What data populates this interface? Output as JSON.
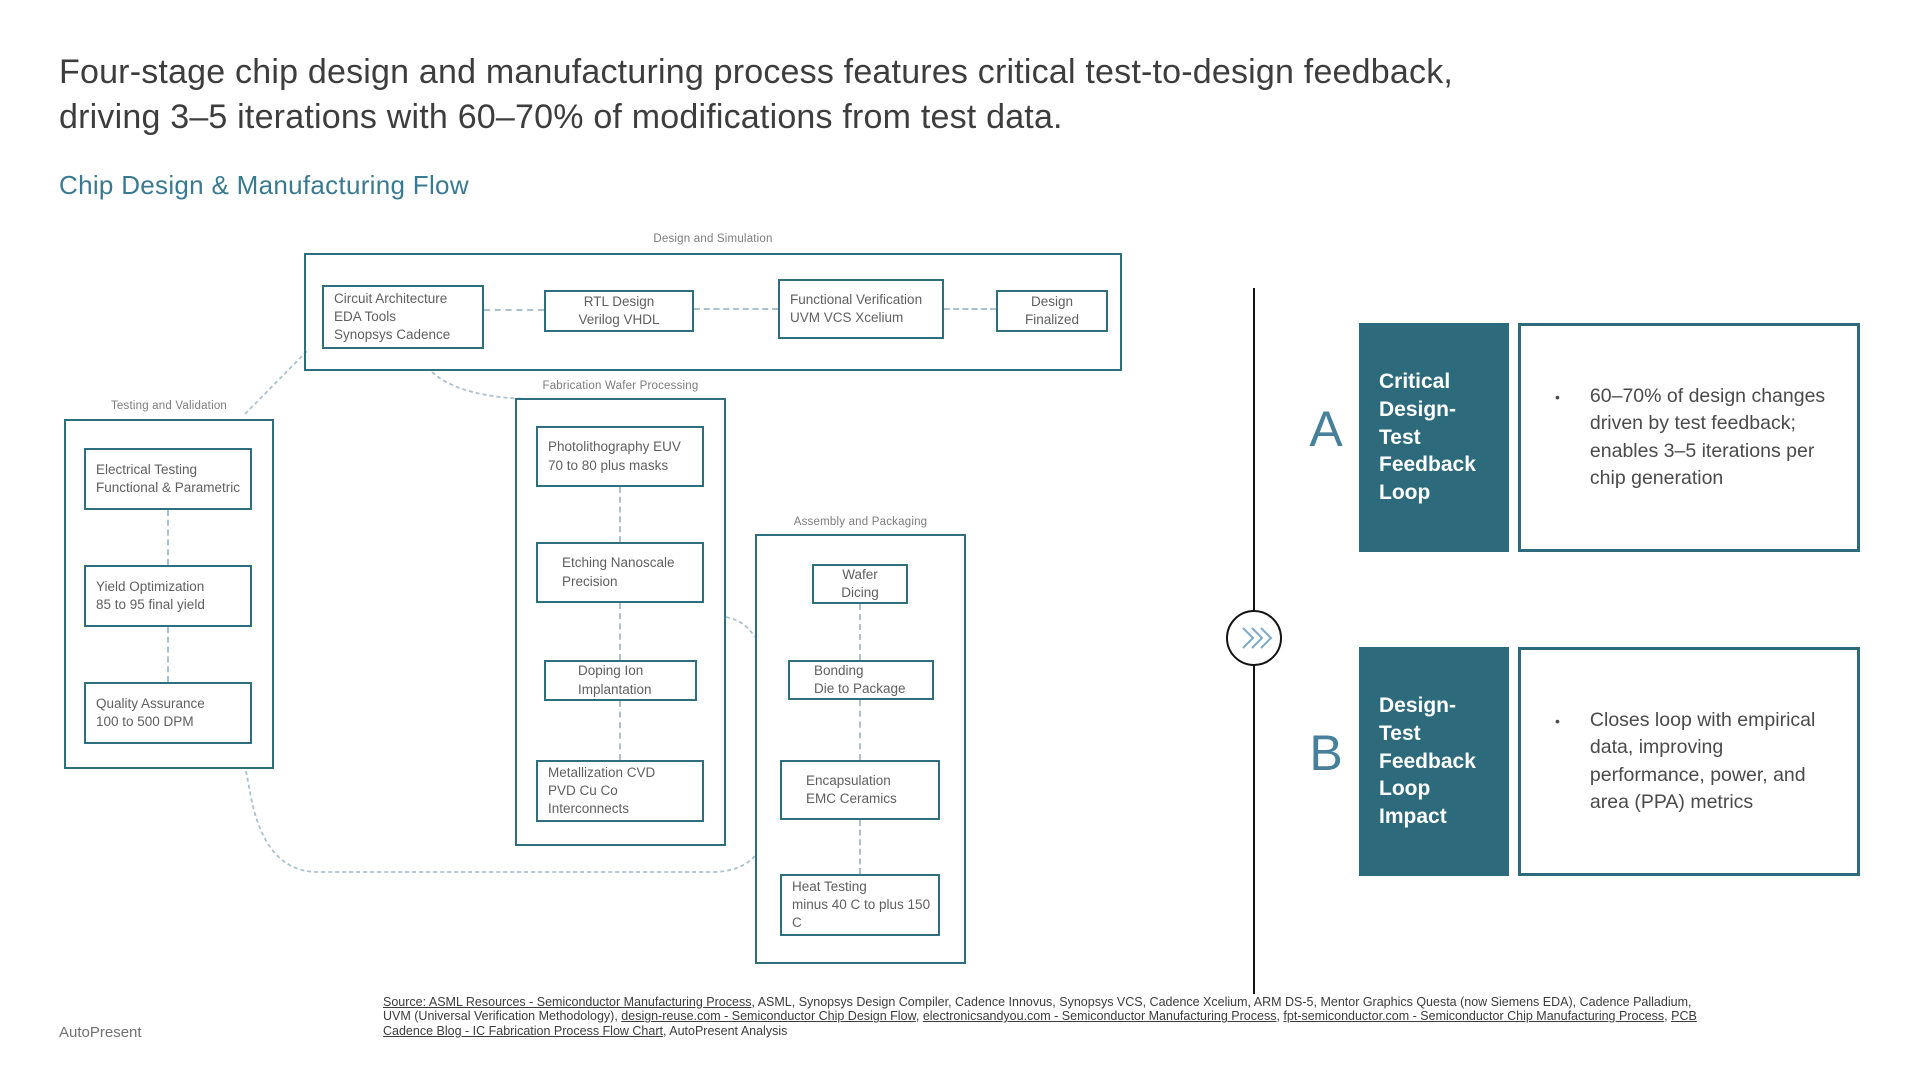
{
  "slide": {
    "title": "Four-stage chip design and manufacturing process features critical test-to-design feedback,\ndriving 3–5 iterations with 60–70% of modifications from test data.",
    "subtitle": "Chip Design & Manufacturing Flow",
    "brand": "AutoPresent"
  },
  "colors": {
    "accent_teal": "#2d6b7c",
    "border_teal": "#2e6f7d",
    "connector_blue": "#a9c2ce",
    "marker_letter_teal": "#47809a",
    "chevron_blue": "#7fa9c9",
    "divider_black": "#141414",
    "title_gray": "#3d3d3d",
    "node_text_gray": "#5f5f5f"
  },
  "diagram": {
    "groups": [
      {
        "label": "Design and Simulation",
        "nodes": [
          {
            "text": "Circuit Architecture\nEDA Tools\nSynopsys Cadence"
          },
          {
            "text": "RTL Design\nVerilog VHDL"
          },
          {
            "text": "Functional Verification\nUVM VCS Xcelium"
          },
          {
            "text": "Design\nFinalized"
          }
        ]
      },
      {
        "label": "Testing and Validation",
        "nodes": [
          {
            "text": "Electrical Testing\nFunctional & Parametric"
          },
          {
            "text": "Yield Optimization\n85 to 95 final yield"
          },
          {
            "text": "Quality Assurance\n100 to 500 DPM"
          }
        ]
      },
      {
        "label": "Fabrication Wafer Processing",
        "nodes": [
          {
            "text": "Photolithography EUV\n70 to 80 plus masks"
          },
          {
            "text": "Etching Nanoscale\nPrecision"
          },
          {
            "text": "Doping Ion\nImplantation"
          },
          {
            "text": "Metallization CVD\nPVD Cu Co\nInterconnects"
          }
        ]
      },
      {
        "label": "Assembly and Packaging",
        "nodes": [
          {
            "text": "Wafer\nDicing"
          },
          {
            "text": "Bonding\nDie to Package"
          },
          {
            "text": "Encapsulation\nEMC Ceramics"
          },
          {
            "text": "Heat Testing\nminus 40 C to plus 150 C"
          }
        ]
      }
    ]
  },
  "callouts": {
    "bullet_marker": "•",
    "items": [
      {
        "letter": "A",
        "title": "Critical Design-Test Feedback Loop",
        "bullet": "60–70% of design changes driven by test feedback; enables 3–5 iterations per chip generation"
      },
      {
        "letter": "B",
        "title": "Design-Test Feedback Loop Impact",
        "bullet": "Closes loop with empirical data, improving performance, power, and area (PPA) metrics"
      }
    ]
  },
  "source": {
    "segments": [
      {
        "text": "Source: ASML Resources - Semiconductor Manufacturing Process",
        "underline": true
      },
      {
        "text": ", ASML, Synopsys Design Compiler, Cadence Innovus, Synopsys VCS, Cadence Xcelium, ARM DS-5, Mentor Graphics Questa (now Siemens EDA), Cadence Palladium, UVM (Universal Verification Methodology), ",
        "underline": false
      },
      {
        "text": "design-reuse.com - Semiconductor Chip Design Flow",
        "underline": true
      },
      {
        "text": ", ",
        "underline": false
      },
      {
        "text": "electronicsandyou.com - Semiconductor Manufacturing Process",
        "underline": true
      },
      {
        "text": ", ",
        "underline": false
      },
      {
        "text": "fpt-semiconductor.com - Semiconductor Chip Manufacturing Process",
        "underline": true
      },
      {
        "text": ", ",
        "underline": false
      },
      {
        "text": "PCB Cadence Blog - IC Fabrication Process Flow Chart",
        "underline": true
      },
      {
        "text": ", AutoPresent Analysis",
        "underline": false
      }
    ]
  }
}
